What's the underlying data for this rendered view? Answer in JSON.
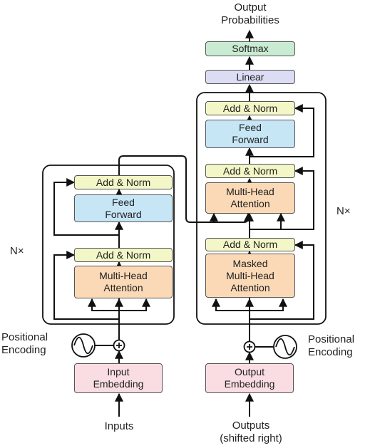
{
  "encoder": {
    "nx_label": "N×",
    "add_norm_top": "Add & Norm",
    "feed_forward": "Feed\nForward",
    "add_norm_bottom": "Add & Norm",
    "multi_head_attention": "Multi-Head\nAttention",
    "input_embedding": "Input\nEmbedding",
    "positional_encoding": "Positional\nEncoding",
    "inputs": "Inputs"
  },
  "decoder": {
    "nx_label": "N×",
    "add_norm_top": "Add & Norm",
    "feed_forward": "Feed\nForward",
    "add_norm_mid": "Add & Norm",
    "multi_head_attention": "Multi-Head\nAttention",
    "add_norm_bottom": "Add & Norm",
    "masked_multi_head_attention": "Masked\nMulti-Head\nAttention",
    "output_embedding": "Output\nEmbedding",
    "positional_encoding": "Positional\nEncoding",
    "outputs": "Outputs\n(shifted right)"
  },
  "head": {
    "linear": "Linear",
    "softmax": "Softmax",
    "output_probabilities": "Output\nProbabilities"
  }
}
